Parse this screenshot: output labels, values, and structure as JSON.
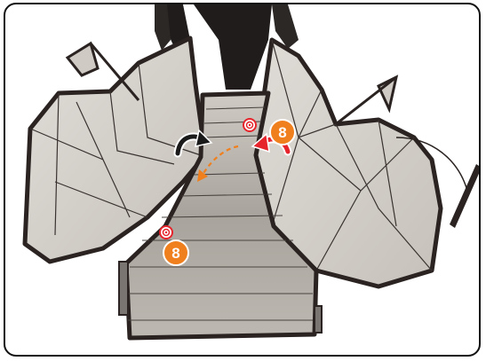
{
  "colors": {
    "accent_orange": "#f07f1e",
    "outline": "#2a2321",
    "panel_fill": "#d7d3cd",
    "floor_fill": "#b9b4ad",
    "target_red": "#e6242c",
    "frame": "#111111"
  },
  "steps": [
    {
      "number": "8",
      "icon": "orange-step-badge"
    },
    {
      "number": "8",
      "icon": "orange-step-badge"
    }
  ],
  "icons": {
    "target": "attachment-point-target-icon",
    "rotate_left": "curved-arrow-fold-icon",
    "rotate_right": "curved-arrow-fold-icon",
    "dashed_arrow": "dashed-motion-arrow-icon"
  }
}
